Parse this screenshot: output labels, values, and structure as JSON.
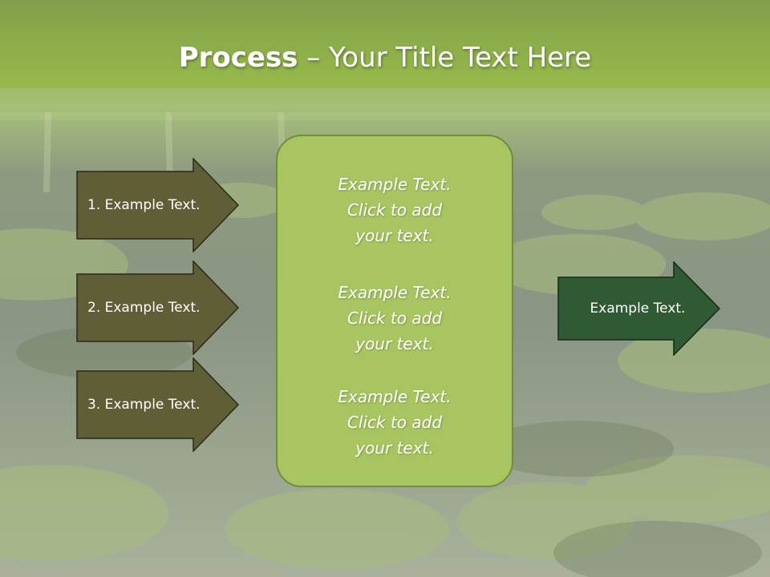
{
  "title": {
    "bold": "Process",
    "rest": " – Your Title Text Here"
  },
  "left_arrows": [
    {
      "label": "1. Example Text."
    },
    {
      "label": "2. Example Text."
    },
    {
      "label": "3. Example Text."
    }
  ],
  "center_blocks": [
    {
      "lines": [
        "Example Text.",
        "Click  to add",
        "your text."
      ]
    },
    {
      "lines": [
        "Example Text.",
        "Click  to add",
        "your text."
      ]
    },
    {
      "lines": [
        "Example Text.",
        "Click  to add",
        "your text."
      ]
    }
  ],
  "right_arrow": {
    "label": "Example Text."
  },
  "colors": {
    "left_arrow_fill": "#5f5e36",
    "right_arrow_fill": "#2f5a34",
    "center_fill": "#a9c562",
    "title_band": "#9cc14a"
  }
}
